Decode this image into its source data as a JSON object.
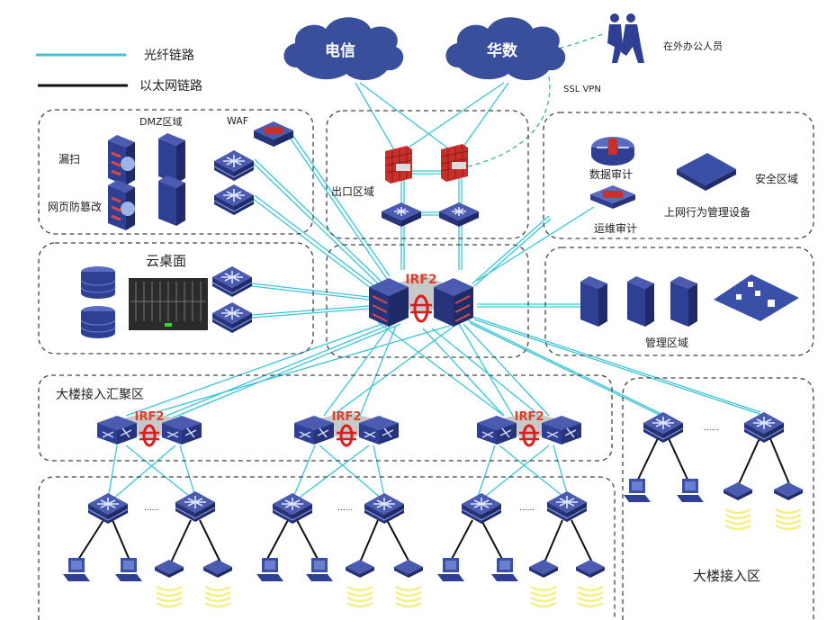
{
  "legend": {
    "fiber": {
      "label": "光纤链路",
      "color": "#3cc4d6"
    },
    "ethernet": {
      "label": "以太网链路",
      "color": "#111111"
    }
  },
  "clouds": [
    {
      "id": "telecom",
      "label": "电信"
    },
    {
      "id": "huashu",
      "label": "华数"
    }
  ],
  "remote": {
    "label": "在外办公人员",
    "vpn_label": "SSL VPN"
  },
  "zones": {
    "dmz": {
      "title": "DMZ区域",
      "waf_label": "WAF",
      "scan_label": "漏扫",
      "tamper_label": "网页防篡改"
    },
    "exit": {
      "title": "出口区域"
    },
    "security": {
      "title": "安全区域",
      "data_audit": "数据审计",
      "ops_audit": "运维审计",
      "behavior_mgmt": "上网行为管理设备"
    },
    "cloud_desktop": {
      "title": "云桌面"
    },
    "core": {
      "irf_label": "IRF2"
    },
    "management": {
      "title": "管理区域"
    },
    "aggregation": {
      "title": "大楼接入汇聚区",
      "irf_label": "IRF2"
    },
    "access": {
      "title": "大楼接入区",
      "ellipsis": "......"
    }
  },
  "colors": {
    "device_blue": "#2f3f94",
    "cloud_blue": "#3a4f9c",
    "firewall_red": "#c9302c",
    "fiber": "#3cc4d6",
    "dashed_border": "#444444",
    "wifi_yellow": "#f3f08a"
  }
}
